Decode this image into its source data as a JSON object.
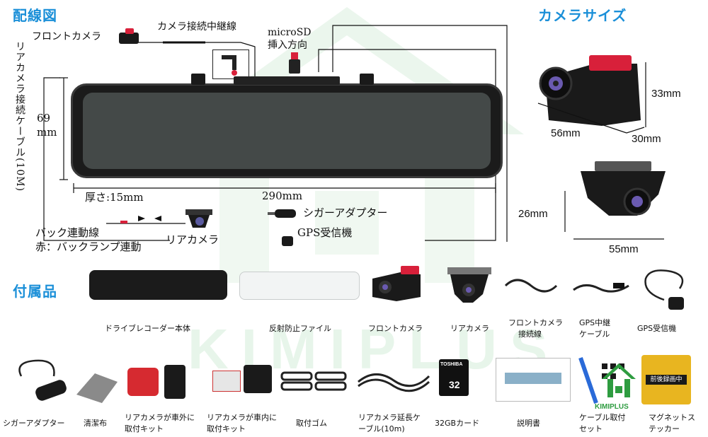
{
  "sections": {
    "wiring": "配線図",
    "camera_size": "カメラサイズ",
    "accessories": "付属品"
  },
  "watermark": {
    "brand": "KIMIPLUS"
  },
  "wiring": {
    "front_camera": "フロントカメラ",
    "relay_cable": "カメラ接続中継線",
    "microsd_line1": "microSD",
    "microsd_line2": "挿入方向",
    "rear_cable_vertical": "リアカメラ接続ケーブル(10M)",
    "height_value": "69",
    "height_unit": "mm",
    "thickness": "厚さ:15mm",
    "width": "290mm",
    "cigar_adapter": "シガーアダプター",
    "gps_receiver": "GPS受信機",
    "back_line": "バック連動線",
    "back_red": "赤：バックランプ連動",
    "rear_camera": "リアカメラ"
  },
  "camera_size": {
    "front_height": "33mm",
    "front_width": "56mm",
    "front_depth": "30mm",
    "rear_height": "26mm",
    "rear_width": "55mm"
  },
  "accessories_row1": [
    {
      "label": "ドライブレコーダー本体"
    },
    {
      "label": "反射防止ファイル"
    },
    {
      "label": "フロントカメラ"
    },
    {
      "label": "リアカメラ"
    },
    {
      "label1": "フロントカメラ",
      "label2": "接続線"
    },
    {
      "label1": "GPS中継",
      "label2": "ケーブル"
    },
    {
      "label": "GPS受信機"
    }
  ],
  "accessories_row2": [
    {
      "label": "シガーアダプター"
    },
    {
      "label": "清潔布"
    },
    {
      "label1": "リアカメラが車外に",
      "label2": "取付キット"
    },
    {
      "label1": "リアカメラが車内に",
      "label2": "取付キット"
    },
    {
      "label": "取付ゴム"
    },
    {
      "label1": "リアカメラ延長ケ",
      "label2": "ーブル(10m)"
    },
    {
      "label": "32GBカード"
    },
    {
      "label": "説明書"
    },
    {
      "label1": "ケーブル取付",
      "label2": "セット"
    },
    {
      "label1": "マグネットス",
      "label2": "テッカー"
    }
  ],
  "sd_card": {
    "brand": "TOSHIBA",
    "capacity": "32"
  },
  "sticker": {
    "text": "前後録画中"
  },
  "colors": {
    "accent_blue": "#1a8fd8",
    "watermark_green": "#3caa50",
    "camera_red": "#d8203a"
  }
}
